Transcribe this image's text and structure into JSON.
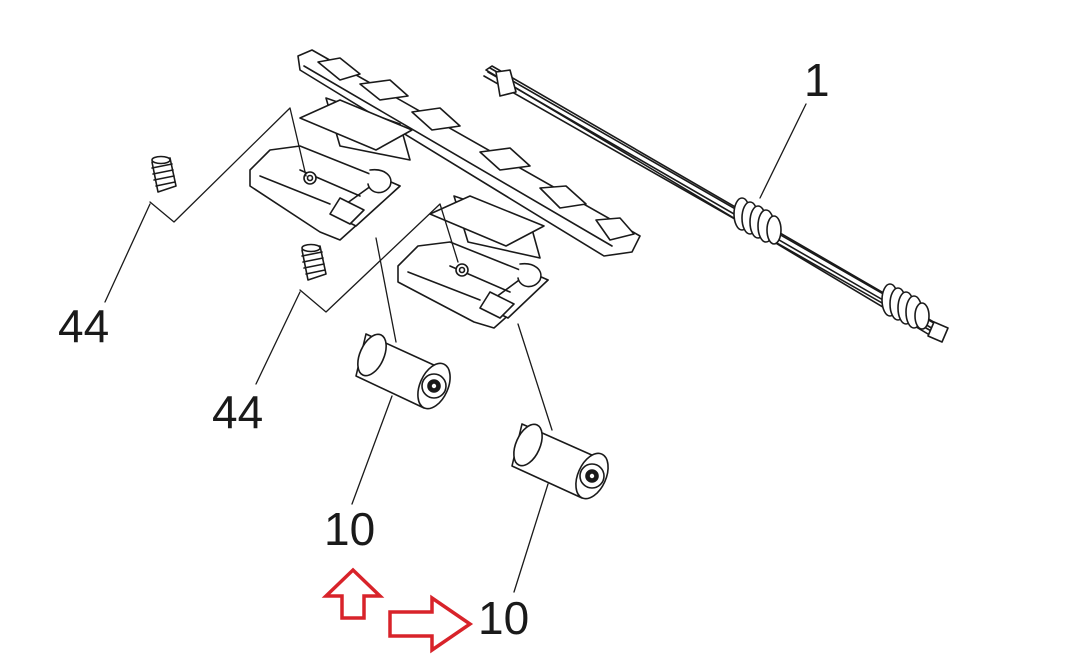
{
  "callouts": [
    {
      "id": "shaft",
      "label": "1"
    },
    {
      "id": "spring-upper",
      "label": "44"
    },
    {
      "id": "spring-lower",
      "label": "44"
    },
    {
      "id": "roller-left",
      "label": "10"
    },
    {
      "id": "roller-right",
      "label": "10"
    }
  ],
  "colors": {
    "line": "#1a1a1a",
    "arrow": "#d8232a",
    "background": "#ffffff"
  }
}
